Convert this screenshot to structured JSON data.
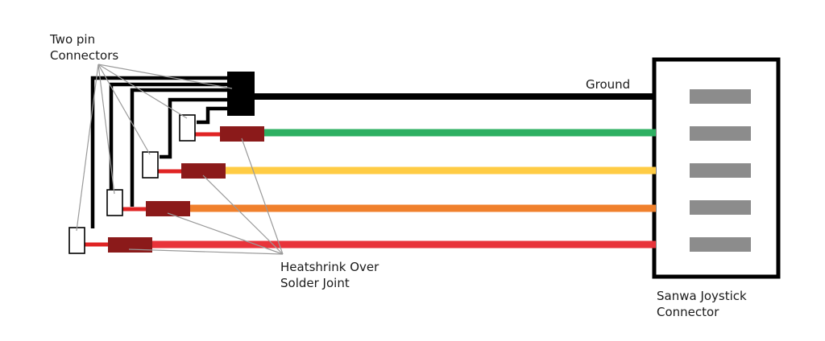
{
  "labels": {
    "two_pin_line1": "Two pin",
    "two_pin_line2": "Connectors",
    "ground": "Ground",
    "heatshrink_line1": "Heatshrink Over",
    "heatshrink_line2": "Solder Joint",
    "sanwa_line1": "Sanwa Joystick",
    "sanwa_line2": "Connector"
  },
  "colors": {
    "ground_wire": "#000000",
    "wire_1": "#2eb062",
    "wire_2": "#ffcc44",
    "wire_3": "#f0802c",
    "wire_4": "#e8333a",
    "red_lead": "#e02424",
    "heatshrink": "#8b1a1a",
    "connector_pin": "#8c8c8c",
    "pointer_line": "#9a9a9a"
  },
  "connector_pin_count": 5
}
